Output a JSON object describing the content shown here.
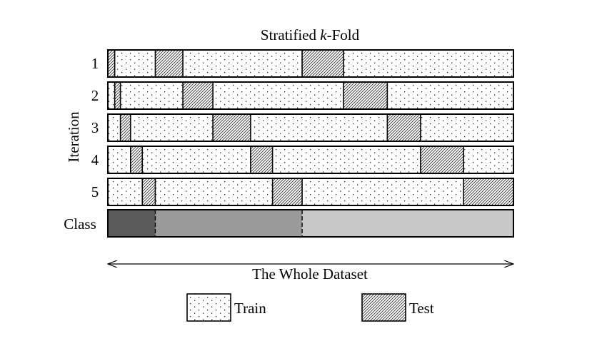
{
  "title_prefix": "Stratified ",
  "title_k": "k",
  "title_suffix": "-Fold",
  "y_axis_label": "Iteration",
  "class_label": "Class",
  "dataset_label": "The Whole Dataset",
  "legend": {
    "train": "Train",
    "test": "Test"
  },
  "class_colors": [
    "#5c5c5c",
    "#9a9a9a",
    "#c8c8c8"
  ],
  "chart_data": {
    "type": "diagram",
    "class_boundaries": [
      0,
      0.117,
      0.479,
      1.0
    ],
    "iterations": [
      {
        "label": "1",
        "test_segments": [
          [
            0,
            0.017
          ],
          [
            0.117,
            0.185
          ],
          [
            0.479,
            0.581
          ]
        ]
      },
      {
        "label": "2",
        "test_segments": [
          [
            0.017,
            0.031
          ],
          [
            0.185,
            0.259
          ],
          [
            0.581,
            0.689
          ]
        ]
      },
      {
        "label": "3",
        "test_segments": [
          [
            0.031,
            0.056
          ],
          [
            0.259,
            0.352
          ],
          [
            0.689,
            0.771
          ]
        ]
      },
      {
        "label": "4",
        "test_segments": [
          [
            0.056,
            0.085
          ],
          [
            0.352,
            0.406
          ],
          [
            0.771,
            0.877
          ]
        ]
      },
      {
        "label": "5",
        "test_segments": [
          [
            0.085,
            0.117
          ],
          [
            0.406,
            0.479
          ],
          [
            0.877,
            1.0
          ]
        ]
      }
    ]
  }
}
